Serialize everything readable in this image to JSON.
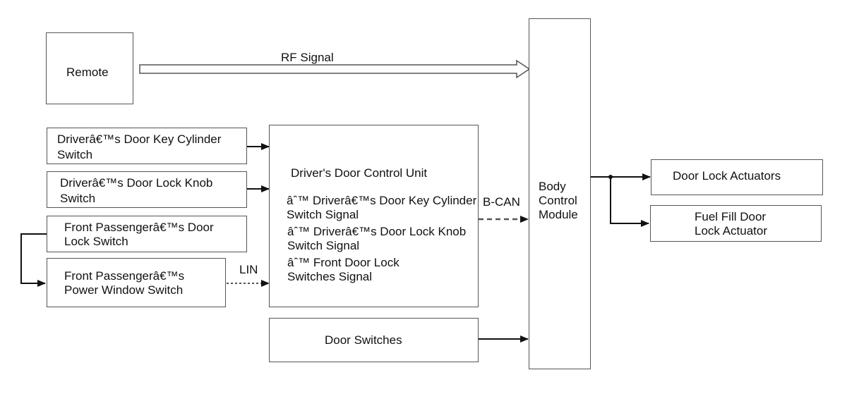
{
  "blocks": {
    "remote": "Remote",
    "rf_signal": "RF Signal",
    "key_cylinder_switch": [
      "Driverâ€™s Door Key Cylinder",
      "Switch"
    ],
    "lock_knob_switch": [
      "Driverâ€™s Door Lock Knob",
      "Switch"
    ],
    "passenger_lock_switch": [
      "Front Passengerâ€™s Door",
      "Lock Switch"
    ],
    "passenger_window_switch": [
      "Front Passengerâ€™s",
      "Power Window Switch"
    ],
    "lin": "LIN",
    "door_control_unit": {
      "title": "Driver's Door Control Unit",
      "signals": [
        [
          "âˆ™ Driverâ€™s Door Key Cylinder",
          "Switch Signal"
        ],
        [
          "âˆ™ Driverâ€™s Door Lock Knob",
          "Switch Signal"
        ],
        [
          "âˆ™ Front Door Lock",
          "Switches Signal"
        ]
      ]
    },
    "bcan": "B-CAN",
    "door_switches": "Door Switches",
    "body_control_module": [
      "Body",
      "Control",
      "Module"
    ],
    "door_lock_actuators": "Door Lock Actuators",
    "fuel_fill_actuator": [
      "Fuel Fill Door",
      "Lock Actuator"
    ]
  }
}
